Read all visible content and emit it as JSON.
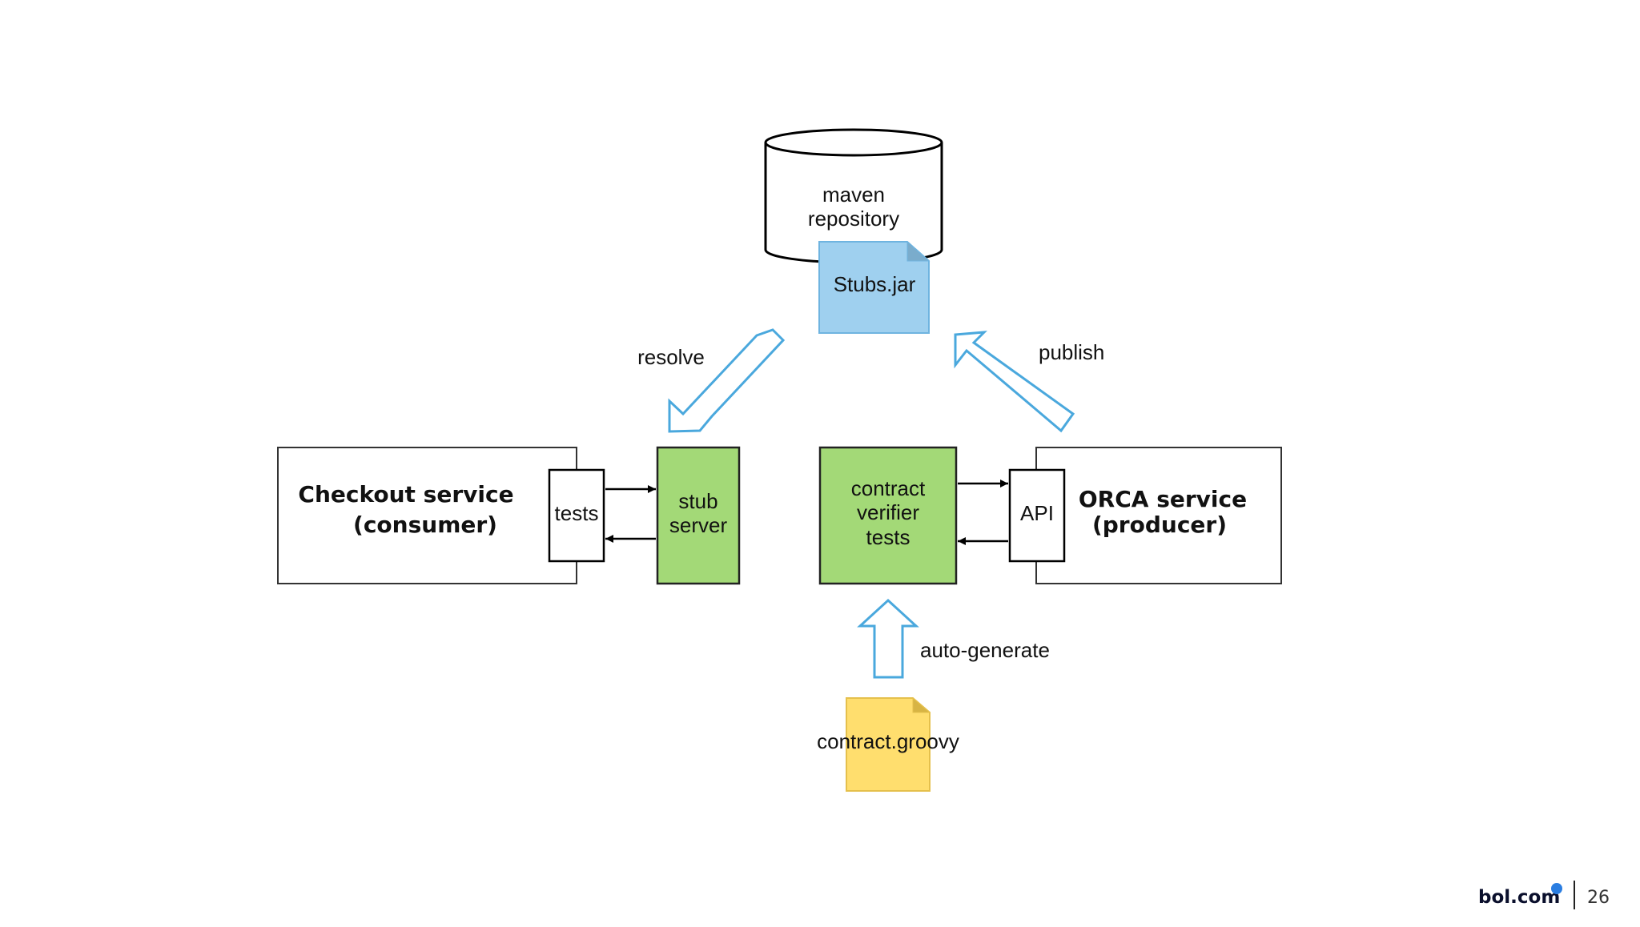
{
  "repository": {
    "line1": "maven",
    "line2": "repository",
    "artifact_label": "Stubs.jar"
  },
  "flows": {
    "resolve_label": "resolve",
    "publish_label": "publish",
    "autogen_label": "auto-generate"
  },
  "consumer": {
    "title": "Checkout service",
    "role": "(consumer)",
    "tests_label": "tests",
    "stub_line1": "stub",
    "stub_line2": "server"
  },
  "producer": {
    "title": "ORCA service",
    "role": "(producer)",
    "api_label": "API",
    "verifier_line1": "contract",
    "verifier_line2": "verifier",
    "verifier_line3": "tests"
  },
  "contract_file": {
    "label": "contract.groovy"
  },
  "footer": {
    "logo": "bol.com",
    "page_number": "26"
  },
  "colors": {
    "stub_file": "#9fd0ef",
    "green_box": "#a3d977",
    "contract_file": "#ffde6e",
    "flow_arrow": "#4aa8dd"
  }
}
